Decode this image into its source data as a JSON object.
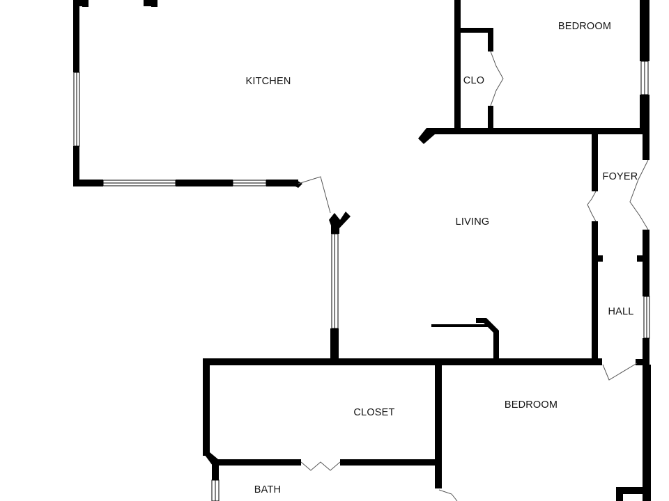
{
  "floor_plan": {
    "colors": {
      "wall": "#000000",
      "window_frame": "#000000",
      "window_glass": "#ffffff",
      "door_line": "#555555",
      "background": "#ffffff"
    },
    "rooms": {
      "kitchen": "KITCHEN",
      "bedroom_top": "BEDROOM",
      "closet_small": "CLO",
      "foyer": "FOYER",
      "living": "LIVING",
      "hall": "HALL",
      "closet": "CLOSET",
      "bedroom_bottom": "BEDROOM",
      "bath": "BATH"
    }
  }
}
